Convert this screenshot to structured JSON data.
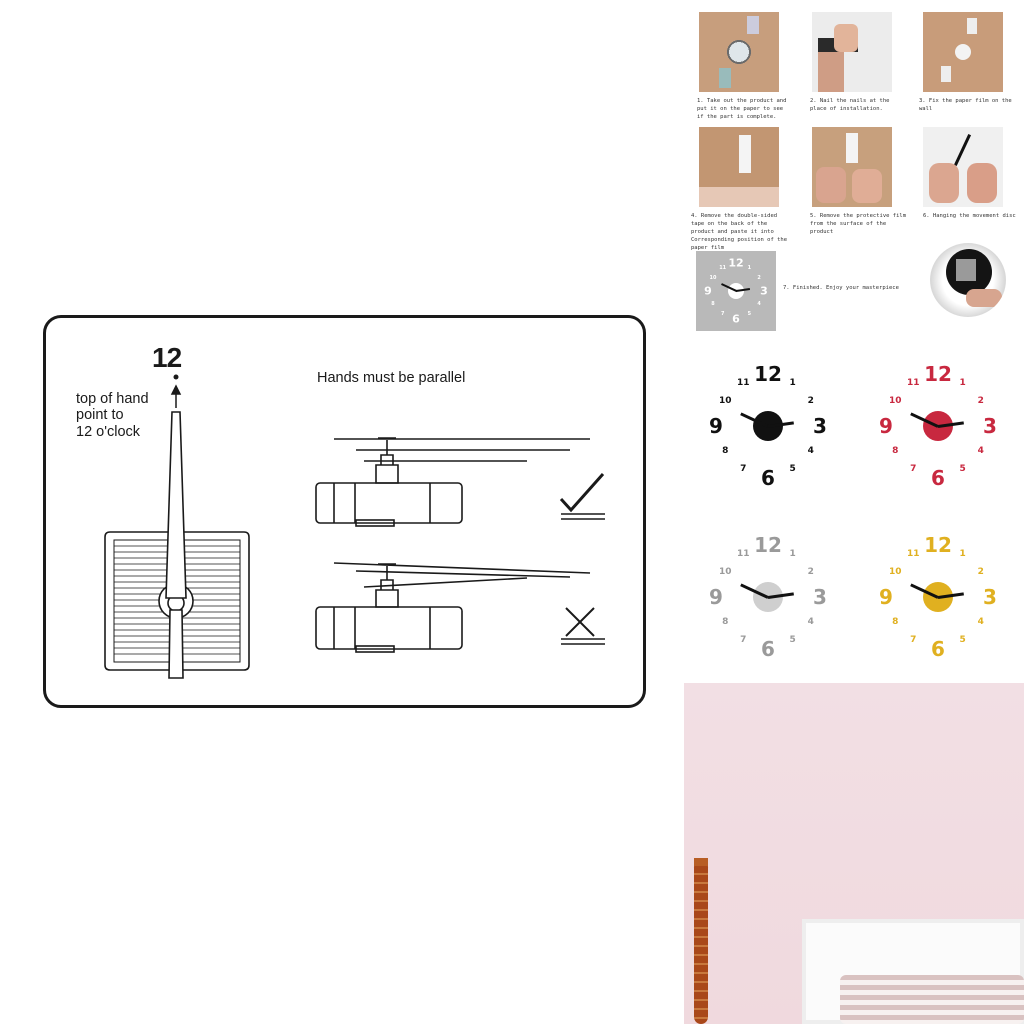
{
  "instruction_card": {
    "twelve_label": "12",
    "top_of_hand_lines": [
      "top of hand",
      "point to",
      "12 o'clock"
    ],
    "parallel_title": "Hands must be parallel"
  },
  "steps": [
    {
      "caption": "1. Take out the product and put it on the paper to see if the part is complete."
    },
    {
      "caption": "2. Nail the nails at the place of installation."
    },
    {
      "caption": "3. Fix the paper film on the wall"
    },
    {
      "caption": "4. Remove the double-sided tape on the back of the product and paste it into Corresponding position of the paper film"
    },
    {
      "caption": "5. Remove the protective film from the surface of the product"
    },
    {
      "caption": "6. Hanging the movement disc"
    },
    {
      "caption": "7. Finished. Enjoy your masterpiece"
    }
  ],
  "clock_numerals": [
    "12",
    "1",
    "2",
    "3",
    "4",
    "5",
    "6",
    "7",
    "8",
    "9",
    "10",
    "11"
  ],
  "color_variants": [
    {
      "name": "black",
      "color": "#111111"
    },
    {
      "name": "red",
      "color": "#c8283f"
    },
    {
      "name": "silver",
      "color": "#9a9a9a"
    },
    {
      "name": "gold",
      "color": "#e0b020"
    }
  ],
  "colors": {
    "wall": "#f1dde2",
    "vase": "#b4541d",
    "card_border": "#1a1a1a"
  }
}
